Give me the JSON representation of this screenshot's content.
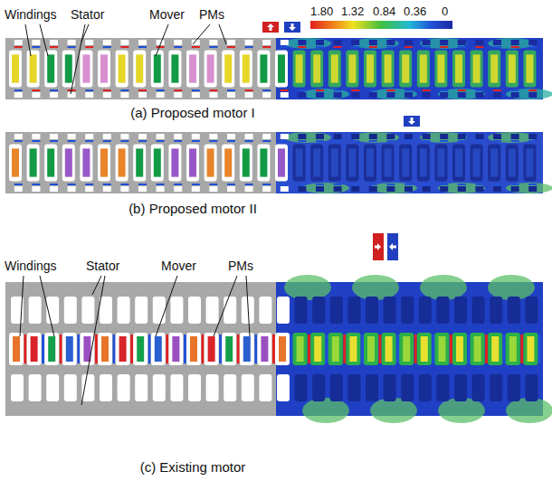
{
  "diagram": {
    "labels": [
      "Windings",
      "Stator",
      "Mover",
      "PMs",
      "1.80",
      "1.32",
      "0.84",
      "0.36",
      "0",
      "(a) Proposed motor I",
      "(b) Proposed motor II",
      "Windings",
      "Stator",
      "Mover",
      "PMs",
      "(c) Existing motor"
    ]
  }
}
